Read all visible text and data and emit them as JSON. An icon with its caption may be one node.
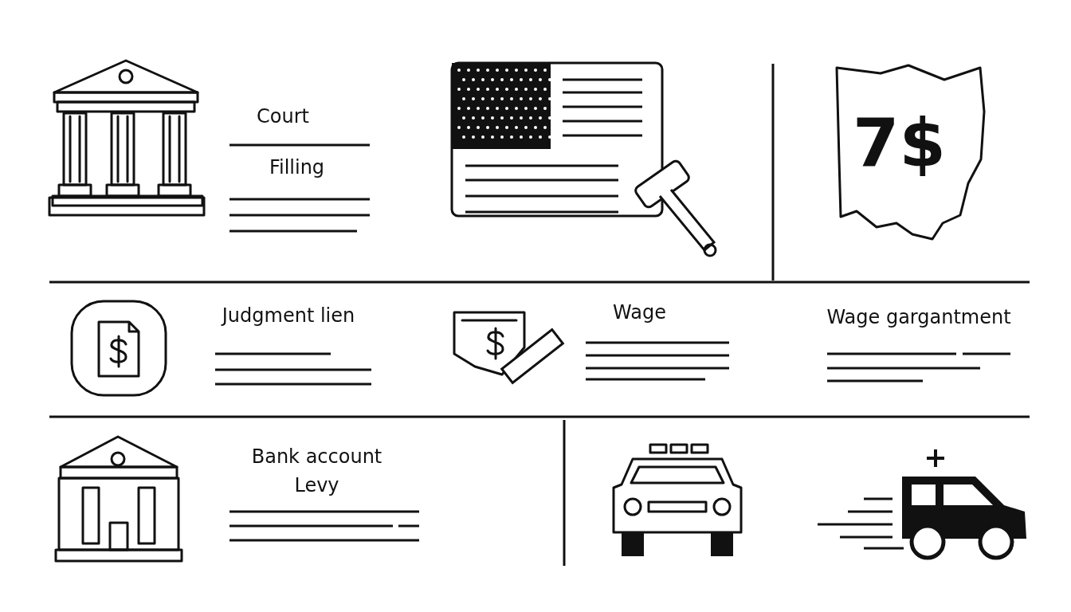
{
  "diagram": {
    "nodes": [
      {
        "text": [
          "7$"
        ]
      }
    ],
    "labels": [
      "Court",
      "Filling",
      "Judgment lien",
      "Wage",
      "Wage gargantment",
      "Bank account Levy"
    ]
  }
}
